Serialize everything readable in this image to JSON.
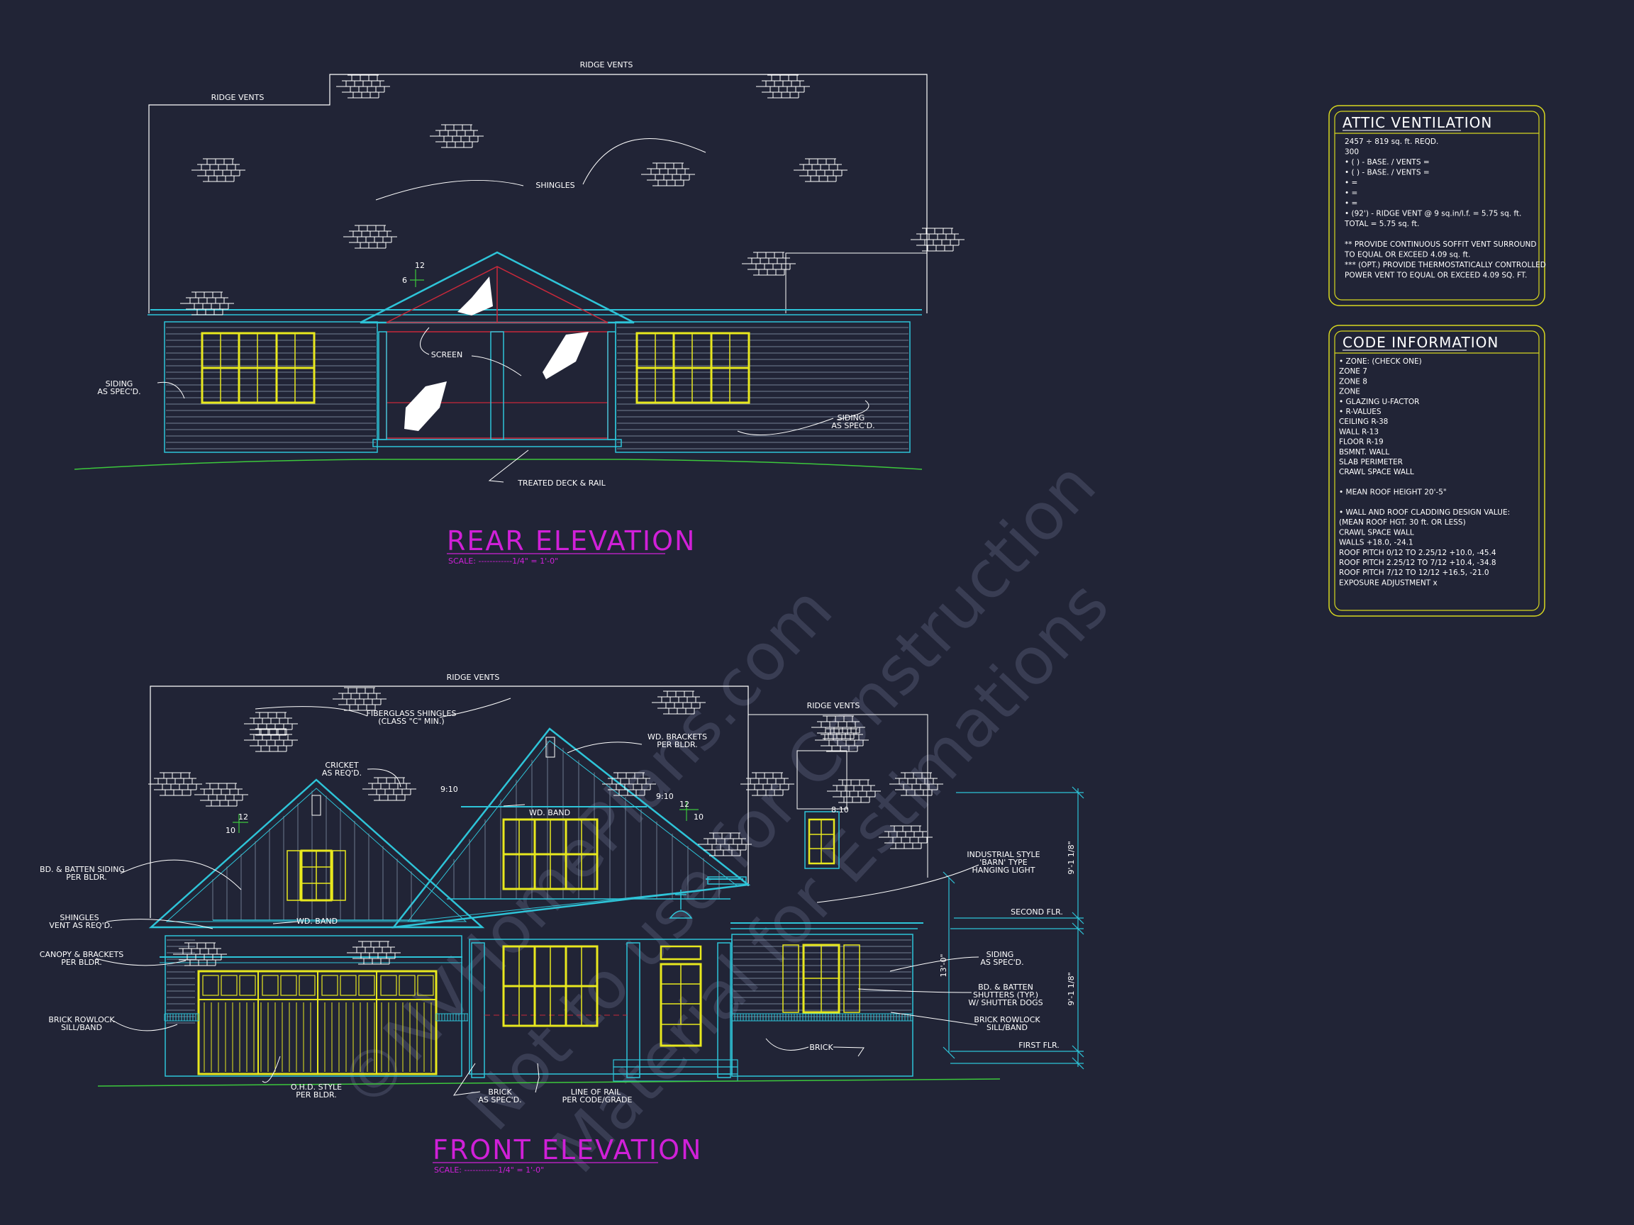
{
  "watermark": {
    "line1": "©NVHomePlans.com",
    "line2": "Not to use for Construction",
    "line3": "Material for Estimations"
  },
  "rear_elevation": {
    "title": "REAR ELEVATION",
    "scale": "SCALE: ------------1/4\" = 1'-0\"",
    "pitch_rise": "6",
    "pitch_run": "12",
    "labels": {
      "ridge_vents_top": "RIDGE VENTS",
      "ridge_vents_left": "RIDGE VENTS",
      "shingles": "SHINGLES",
      "screen": "SCREEN",
      "siding_left_1": "SIDING",
      "siding_left_2": "AS SPEC'D.",
      "siding_right_1": "SIDING",
      "siding_right_2": "AS SPEC'D.",
      "deck": "TREATED DECK & RAIL"
    }
  },
  "front_elevation": {
    "title": "FRONT ELEVATION",
    "scale": "SCALE: ------------1/4\" = 1'-0\"",
    "labels": {
      "ridge_vents_main": "RIDGE VENTS",
      "ridge_vents_right": "RIDGE VENTS",
      "fiberglass_1": "FIBERGLASS SHINGLES",
      "fiberglass_2": "(CLASS \"C\" MIN.)",
      "wd_brackets_1": "WD. BRACKETS",
      "wd_brackets_2": "PER BLDR.",
      "cricket_1": "CRICKET",
      "cricket_2": "AS REQ'D.",
      "pitch_910_a": "9:10",
      "pitch_910_b": "9:10",
      "pitch_810": "8:10",
      "wd_band_upper": "WD. BAND",
      "wd_band_lower": "WD. BAND",
      "pitch_a_rise": "10",
      "pitch_a_run": "12",
      "pitch_b_rise": "10",
      "pitch_b_run": "12",
      "bd_batten_1": "BD. & BATTEN SIDING",
      "bd_batten_2": "PER BLDR.",
      "shingles_1": "SHINGLES",
      "shingles_2": "VENT AS REQ'D.",
      "canopy_1": "CANOPY & BRACKETS",
      "canopy_2": "PER BLDR.",
      "rowlock_left_1": "BRICK ROWLOCK",
      "rowlock_left_2": "SILL/BAND",
      "ohd_1": "O.H.D. STYLE",
      "ohd_2": "PER BLDR.",
      "brick_spec_1": "BRICK",
      "brick_spec_2": "AS SPEC'D.",
      "rail_1": "LINE OF RAIL",
      "rail_2": "PER CODE/GRADE",
      "brick": "BRICK",
      "light_1": "INDUSTRIAL STYLE",
      "light_2": "'BARN' TYPE",
      "light_3": "HANGING LIGHT",
      "siding_1": "SIDING",
      "siding_2": "AS SPEC'D.",
      "shutters_1": "BD. & BATTEN",
      "shutters_2": "SHUTTERS (TYP.)",
      "shutters_3": "W/ SHUTTER DOGS",
      "rowlock_right_1": "BRICK ROWLOCK",
      "rowlock_right_2": "SILL/BAND",
      "second_flr": "SECOND FLR.",
      "first_flr": "FIRST FLR.",
      "dim_upper": "9'-1 1/8\"",
      "dim_total": "13'-0\"",
      "dim_lower": "9'-1 1/8\""
    }
  },
  "attic_ventilation": {
    "title": "ATTIC VENTILATION",
    "lines": [
      "2457 ÷ 819 sq. ft. REQD.",
      "300",
      "• (  ) -        BASE.   /   VENTS   =",
      "• (  ) -        BASE.   /   VENTS   =",
      "•                                              =",
      "•                                              =",
      "•                                              =",
      "• (92') - RIDGE VENT @ 9 sq.in/l.f.  = 5.75 sq. ft.",
      "                              TOTAL       = 5.75 sq. ft.",
      "",
      "** PROVIDE CONTINUOUS SOFFIT VENT SURROUND",
      "    TO EQUAL OR EXCEED  4.09 sq. ft.",
      "*** (OPT.) PROVIDE THERMOSTATICALLY CONTROLLED",
      "    POWER VENT TO EQUAL OR EXCEED 4.09 SQ. FT."
    ]
  },
  "code_information": {
    "title": "CODE INFORMATION",
    "lines": [
      "• ZONE: (CHECK ONE)",
      "      ZONE 7",
      "      ZONE 8",
      "      ZONE",
      "• GLAZING U-FACTOR",
      "• R-VALUES",
      "      CEILING              R-38",
      "      WALL                   R-13",
      "      FLOOR                 R-19",
      "      BSMNT. WALL",
      "      SLAB PERIMETER",
      "      CRAWL SPACE WALL",
      "",
      "• MEAN ROOF HEIGHT  20'-5\"",
      "",
      "• WALL AND ROOF CLADDING DESIGN VALUE:",
      "   (MEAN ROOF HGT. 30 ft. OR LESS)",
      "      CRAWL SPACE WALL",
      "      WALLS                          +18.0, -24.1",
      "      ROOF PITCH 0/12 TO 2.25/12   +10.0, -45.4",
      "      ROOF PITCH 2.25/12 TO 7/12   +10.4, -34.8",
      "      ROOF PITCH 7/12 TO 12/12     +16.5, -21.0",
      "      EXPOSURE ADJUSTMENT          x"
    ]
  },
  "colors": {
    "background": "#212436",
    "linework_white": "#ffffff",
    "linework_cyan": "#2ec4d8",
    "windows_yellow": "#e8e81e",
    "title_magenta": "#d020d8",
    "screen_red": "#c8283a",
    "ground_green": "#3cc83c",
    "watermark": "#3c4057",
    "box_border": "#d8d820"
  }
}
